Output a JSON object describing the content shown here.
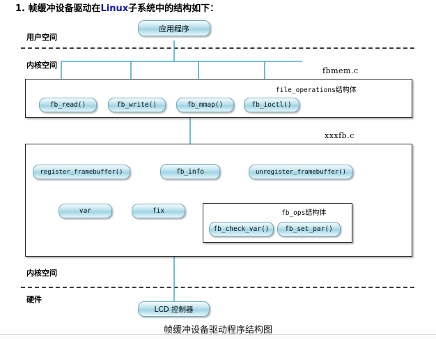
{
  "headline": {
    "prefix": "1. 帧缓冲设备驱动在",
    "highlight": "Linux",
    "suffix": "子系统中的结构如下："
  },
  "zones": {
    "user_space": "用户空间",
    "kernel_space_top": "内核空间",
    "kernel_space_bottom": "内核空间",
    "hardware": "硬件"
  },
  "frames": {
    "fbmem": {
      "title": "fbmem.c",
      "inner_title_code": "file_operations",
      "inner_title_cjk": "结构体"
    },
    "xxxfb": {
      "title": "xxxfb.c"
    },
    "fbops": {
      "inner_title_code": "fb_ops",
      "inner_title_cjk": "结构体"
    }
  },
  "nodes": {
    "app": "应用程序",
    "fb_read": "fb_read()",
    "fb_write": "fb_write()",
    "fb_mmap": "fb_mmap()",
    "fb_ioctl": "fb_ioctl()",
    "register_framebuffer": "register_framebuffer()",
    "fb_info": "fb_info",
    "unregister_framebuffer": "unregister_framebuffer()",
    "var": "var",
    "fix": "fix",
    "fb_check_var": "fb_check_var()",
    "fb_set_par": "fb_set_par()",
    "lcd_controller": "LCD 控制器"
  },
  "caption": "帧缓冲设备驱动程序结构图",
  "colors": {
    "wire": "#4fa8cc",
    "frame_border": "#2b2b2b",
    "dash": "#3b3b3b",
    "node_border": "#6fa9c0",
    "highlight_text": "#1a1aa8"
  }
}
